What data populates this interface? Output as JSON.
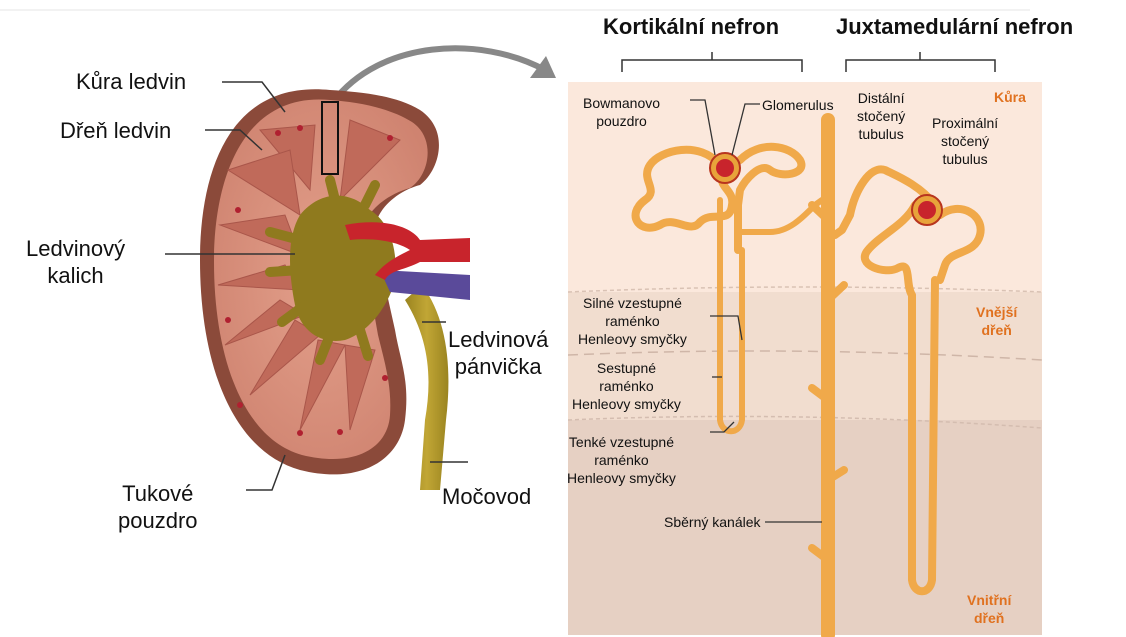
{
  "headers": {
    "cortical_nephron": "Kortikální nefron",
    "juxtamedullary_nephron": "Juxtamedulární nefron"
  },
  "kidney_labels": {
    "cortex": "Kůra ledvin",
    "medulla": "Dřeň ledvin",
    "calyx_line1": "Ledvinový",
    "calyx_line2": "kalich",
    "pelvis_line1": "Ledvinová",
    "pelvis_line2": "pánvička",
    "fat_capsule_line1": "Tukové",
    "fat_capsule_line2": "pouzdro",
    "ureter": "Močovod"
  },
  "nephron_labels": {
    "bowman_line1": "Bowmanovo",
    "bowman_line2": "pouzdro",
    "glomerulus": "Glomerulus",
    "distal_line1": "Distální",
    "distal_line2": "stočený",
    "distal_line3": "tubulus",
    "proximal_line1": "Proximální",
    "proximal_line2": "stočený",
    "proximal_line3": "tubulus",
    "thick_asc_line1": "Silné vzestupné",
    "thick_asc_line2": "raménko",
    "thick_asc_line3": "Henleovy smyčky",
    "desc_line1": "Sestupné",
    "desc_line2": "raménko",
    "desc_line3": "Henleovy smyčky",
    "thin_asc_line1": "Tenké vzestupné",
    "thin_asc_line2": "raménko",
    "thin_asc_line3": "Henleovy smyčky",
    "collecting_duct": "Sběrný kanálek"
  },
  "zones": {
    "cortex": "Kůra",
    "outer_medulla_line1": "Vnější",
    "outer_medulla_line2": "dřeň",
    "inner_medulla_line1": "Vnitřní",
    "inner_medulla_line2": "dřeň"
  },
  "colors": {
    "zone_text": "#e0711f",
    "tubule": "#f0a94a",
    "kidney_capsule": "#8b4a3a",
    "kidney_cortex": "#d98f7a",
    "pyramid": "#c06a5a",
    "pelvis": "#8f7a1e",
    "artery": "#c8242c",
    "vein": "#5a4a9a"
  }
}
